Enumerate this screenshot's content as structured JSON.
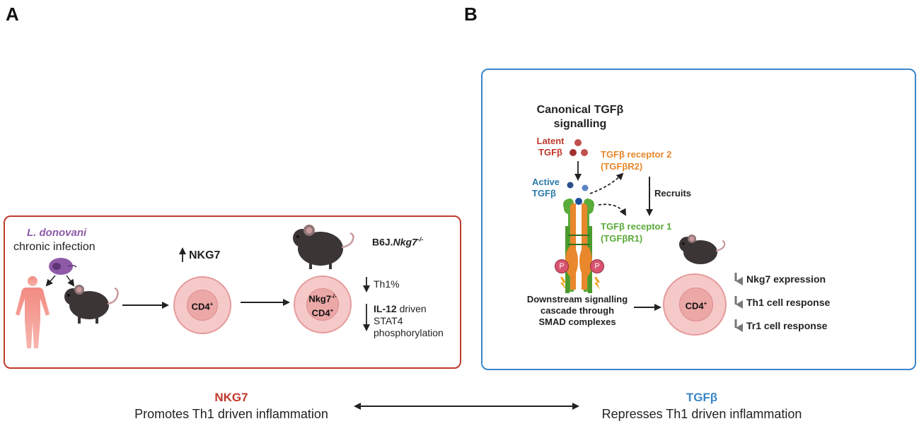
{
  "panels": {
    "a_label": "A",
    "b_label": "B"
  },
  "panel_a": {
    "parasite_name": "L. donovani",
    "infection_text": "chronic infection",
    "nkg7_up": "NKG7",
    "cd4_label": "CD4",
    "cd4_sup": "+",
    "ko_mouse_label_prefix": "B6J.",
    "ko_mouse_label_gene": "Nkg7",
    "ko_mouse_label_sup": "-/-",
    "ko_cell_line1": "Nkg7",
    "ko_cell_sup1": "-/-",
    "ko_cell_line2": "CD4",
    "ko_cell_sup2": "+",
    "th1_text": "Th1%",
    "il12_bold": "IL-12",
    "il12_rest": " driven",
    "stat4_line1": "STAT4",
    "stat4_line2": "phosphorylation",
    "colors": {
      "border": "#c0392b",
      "parasite": "#8e5aa8",
      "cell": "#f6c9c9"
    }
  },
  "panel_b": {
    "title_line1": "Canonical TGFβ",
    "title_line2": "signalling",
    "latent_line1": "Latent",
    "latent_line2": "TGFβ",
    "active_line1": "Active",
    "active_line2": "TGFβ",
    "receptor2_line1": "TGFβ receptor 2",
    "receptor2_line2": "(TGFβR2)",
    "recruits": "Recruits",
    "receptor1_line1": "TGFβ receptor 1",
    "receptor1_line2": "(TGFβR1)",
    "phospho_label": "P",
    "downstream_line1": "Downstream signalling",
    "downstream_line2": "cascade through",
    "downstream_line3": "SMAD complexes",
    "cd4_label": "CD4",
    "cd4_sup": "+",
    "effects": [
      "Nkg7 expression",
      "Th1 cell response",
      "Tr1 cell response"
    ],
    "colors": {
      "border": "#3a86c8",
      "latent": "#c0392b",
      "active": "#2b7aa8",
      "r2": "#e8872b",
      "r1": "#5aab3a"
    }
  },
  "bottom": {
    "left_title": "NKG7",
    "left_text": "Promotes Th1 driven inflammation",
    "right_title": "TGFβ",
    "right_text": "Represses Th1 driven inflammation",
    "colors": {
      "left": "#c0392b",
      "right": "#3a86c8"
    }
  }
}
